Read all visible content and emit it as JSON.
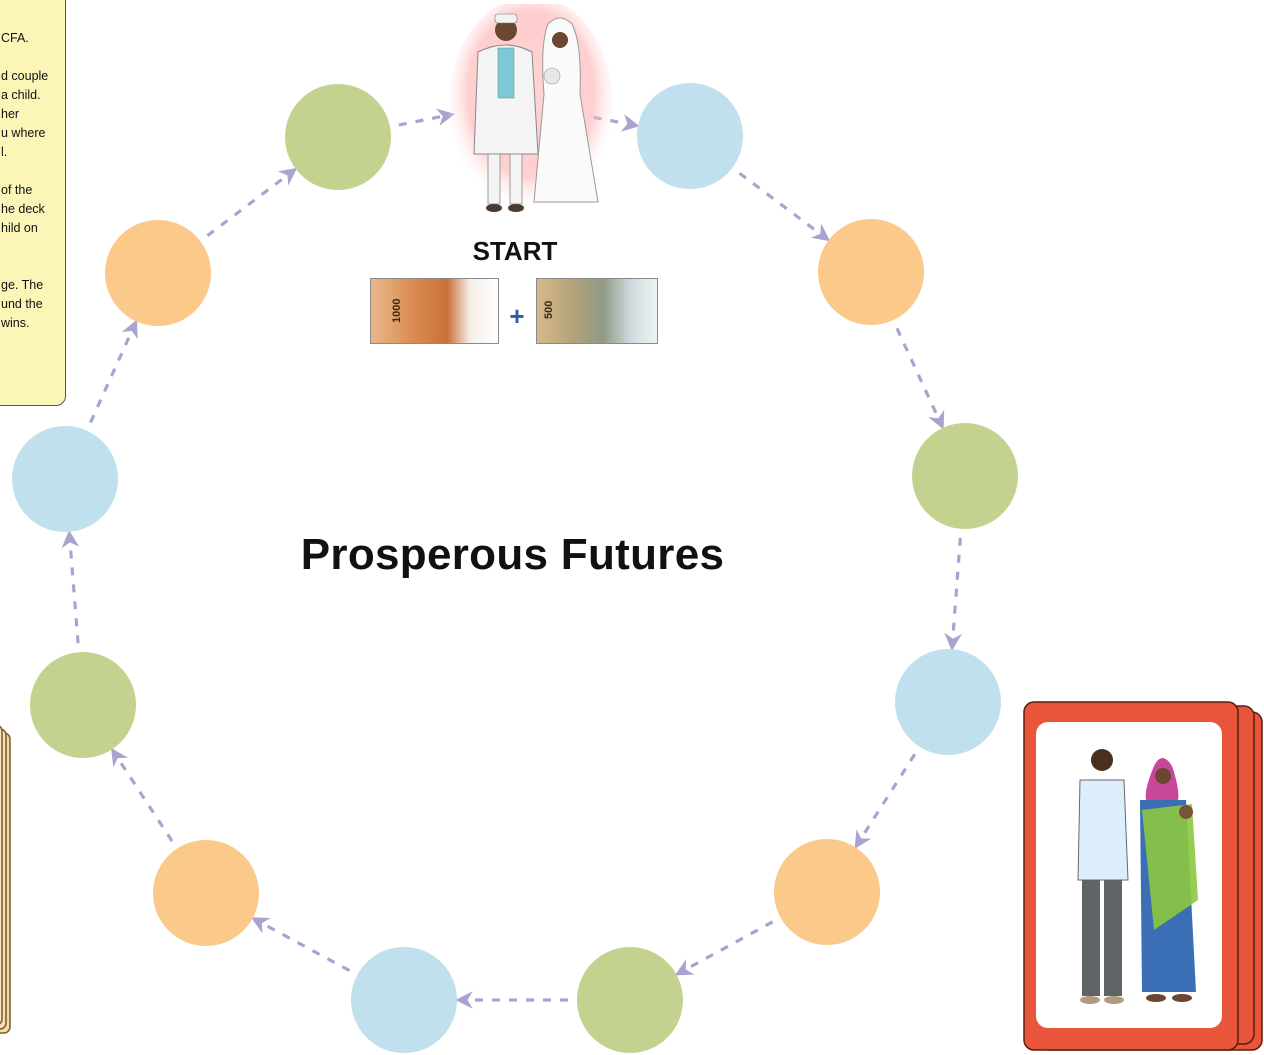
{
  "title": "Prosperous Futures",
  "start": {
    "label": "START",
    "notes": [
      {
        "denomination": "1000"
      },
      {
        "denomination": "500"
      }
    ],
    "plus_icon": "plus-icon"
  },
  "rules_lines": [
    "CFA.",
    "",
    "d couple",
    "a child.",
    "her",
    "u where",
    "l.",
    "",
    "of the",
    "he deck",
    "hild on",
    "",
    "",
    "ge. The",
    "und the",
    "wins."
  ],
  "board": {
    "spaces": [
      {
        "color": "#c3d38f"
      },
      {
        "color": "#bfe0ec"
      },
      {
        "color": "#fbc98a"
      },
      {
        "color": "#c3d38f"
      },
      {
        "color": "#bfe0ec"
      },
      {
        "color": "#fbc98a"
      },
      {
        "color": "#c3d38f"
      },
      {
        "color": "#bfe0ec"
      },
      {
        "color": "#fbc98a"
      },
      {
        "color": "#c3d38f"
      },
      {
        "color": "#bfe0ec"
      },
      {
        "color": "#fbc98a"
      }
    ],
    "arrow_color": "#a9a3cf"
  },
  "card_deck": {
    "border_color": "#e8553a",
    "image": "family-card-icon"
  },
  "colors": {
    "green": "#c3d38f",
    "blue": "#bfe0ec",
    "orange": "#fbc98a",
    "rules_bg": "#fbf5b8"
  }
}
